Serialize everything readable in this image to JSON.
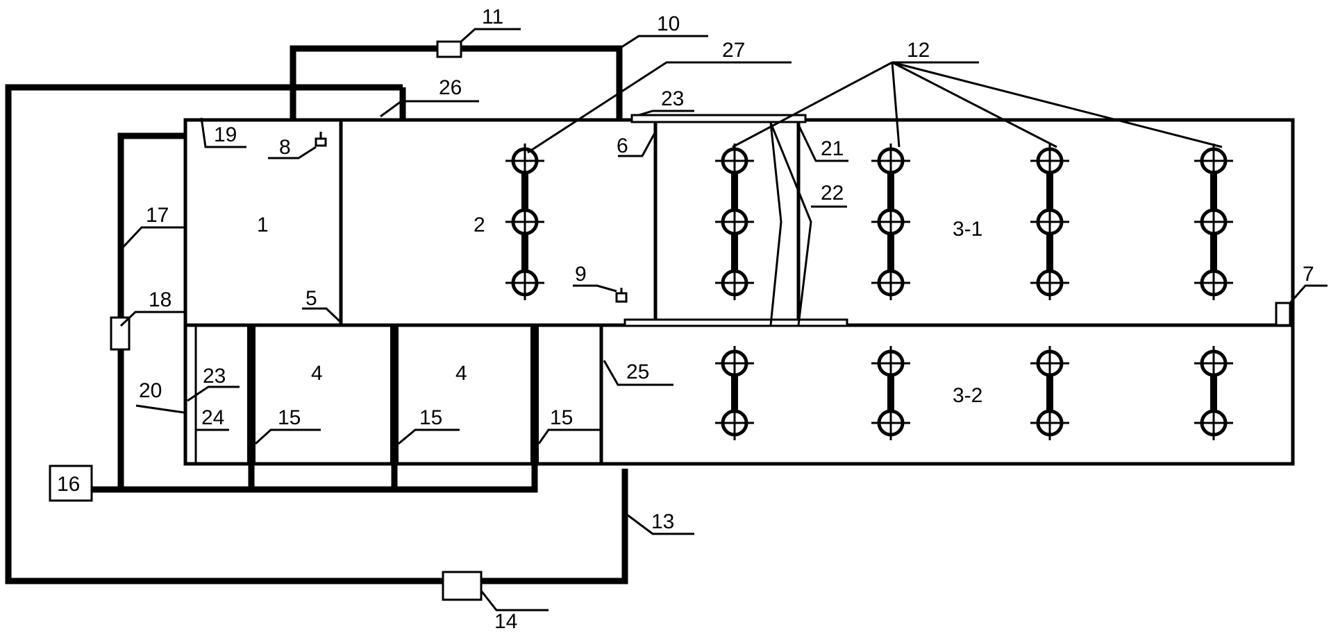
{
  "labels": {
    "l1": "1",
    "l2": "2",
    "l3_1": "3-1",
    "l3_2": "3-2",
    "l4a": "4",
    "l4b": "4",
    "n5": "5",
    "n6": "6",
    "n7": "7",
    "n8": "8",
    "n9": "9",
    "n10": "10",
    "n11": "11",
    "n12": "12",
    "n13": "13",
    "n14": "14",
    "n15a": "15",
    "n15b": "15",
    "n15c": "15",
    "n16": "16",
    "n17": "17",
    "n18": "18",
    "n19": "19",
    "n20": "20",
    "n21": "21",
    "n22": "22",
    "n23a": "23",
    "n23b": "23",
    "n24": "24",
    "n25": "25",
    "n26": "26",
    "n27": "27"
  },
  "colors": {
    "line": "#000000",
    "background": "#ffffff"
  }
}
